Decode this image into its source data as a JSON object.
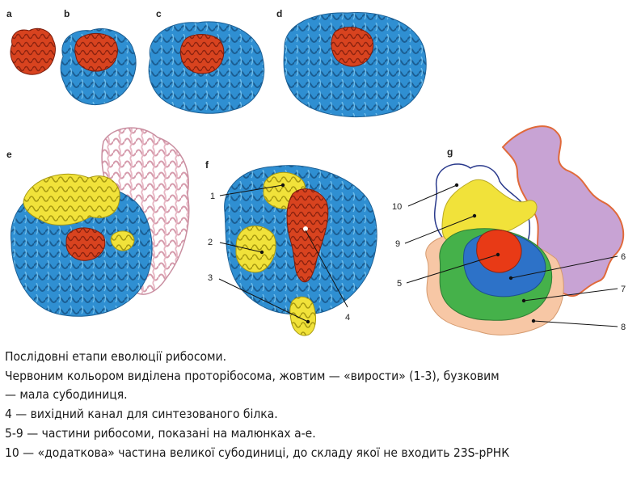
{
  "panels": {
    "a": "a",
    "b": "b",
    "c": "c",
    "d": "d",
    "e": "e",
    "f": "f",
    "g": "g"
  },
  "callouts_f": [
    "1",
    "2",
    "3",
    "4"
  ],
  "callouts_g": [
    "10",
    "9",
    "5",
    "6",
    "7",
    "8"
  ],
  "colors": {
    "protoribosome": "#d8431f",
    "rna_blue": "#2f8fd2",
    "expansions_yellow": "#f1e23a",
    "small_subunit_pink": "#e8b7c4",
    "g_green": "#45b14a",
    "g_blue": "#2d72c8",
    "g_peach": "#f7c7a5",
    "g_purple": "#c8a3d4",
    "g_outline_red": "#e06a3a",
    "g_outline_navy": "#2a3a8c"
  },
  "caption": {
    "line1": "Послідовні етапи еволюції рибосоми.",
    "line2": "Червоним кольором виділена проторібосома, жовтим — «вирости» (1-3), бузковим",
    "line3": "—  мала субодиниця.",
    "line4": "4 — вихідний канал для синтезованого білка.",
    "line5": "5-9 — частини рибосоми, показані на малюнках a-e.",
    "line6": "10 — «додаткова» частина великої субодиниці, до складу якої не входить 23S-рРНК"
  }
}
